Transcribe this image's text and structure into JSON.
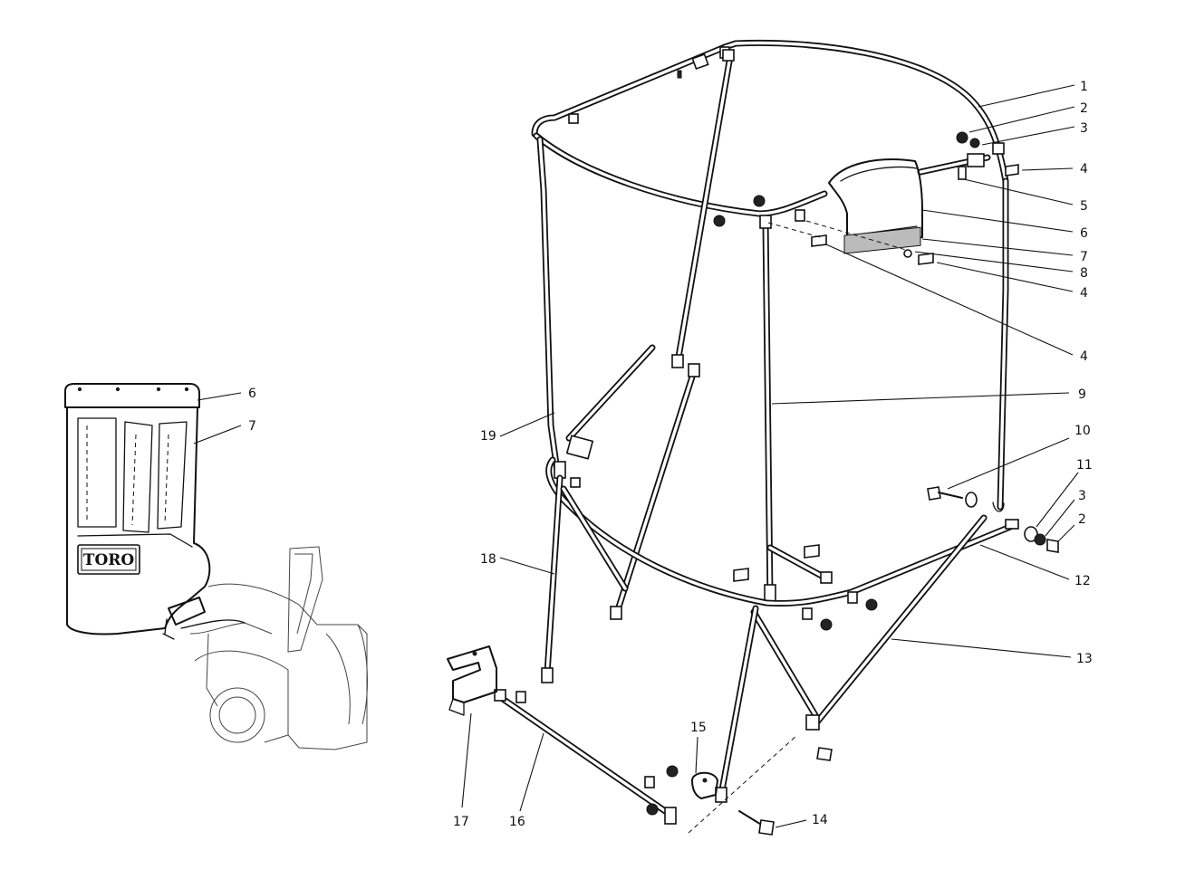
{
  "callouts": {
    "c1": "1",
    "c2a": "2",
    "c3a": "3",
    "c4a": "4",
    "c5": "5",
    "c6a": "6",
    "c7a": "7",
    "c8": "8",
    "c4b": "4",
    "c4c": "4",
    "c9": "9",
    "c10": "10",
    "c11": "11",
    "c3b": "3",
    "c2b": "2",
    "c12": "12",
    "c13": "13",
    "c14": "14",
    "c15": "15",
    "c16": "16",
    "c17": "17",
    "c18": "18",
    "c19": "19",
    "c6b": "6",
    "c7b": "7"
  },
  "brand": {
    "logo_text": "TORO"
  }
}
